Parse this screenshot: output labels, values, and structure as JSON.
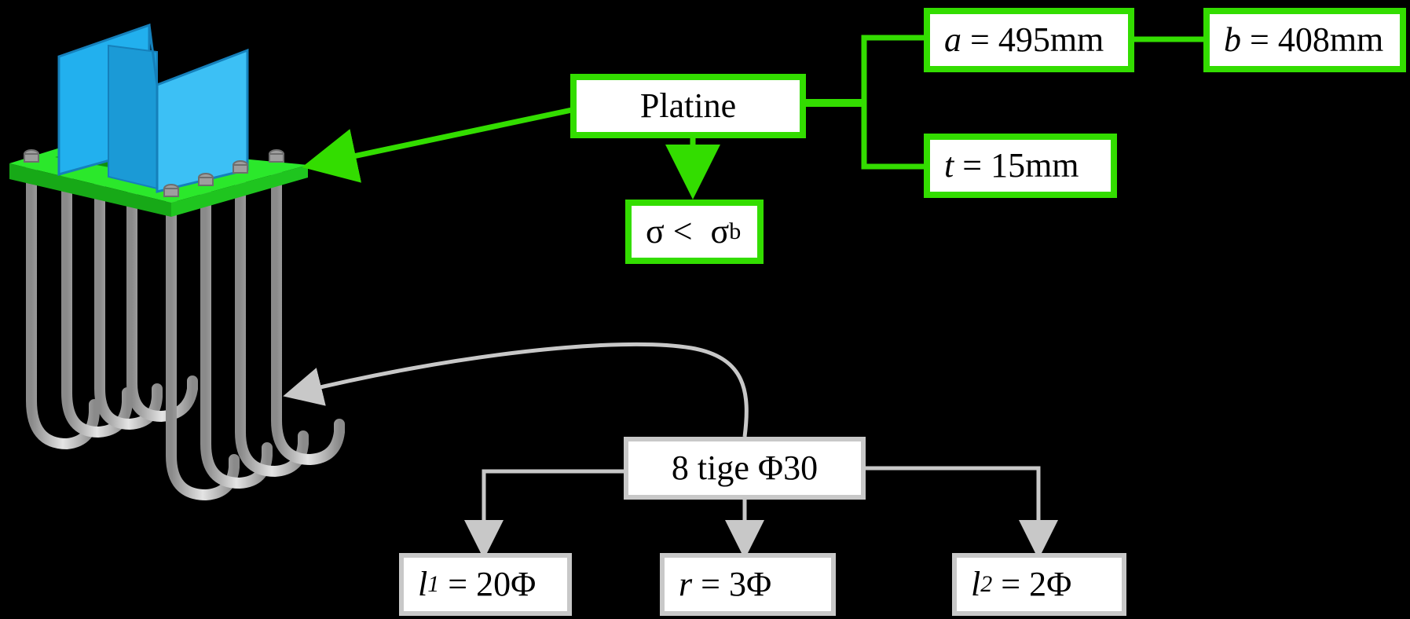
{
  "platine": {
    "label": "Platine",
    "a": {
      "var": "a",
      "eq": " = ",
      "value": "495mm"
    },
    "b": {
      "var": "b",
      "eq": " = ",
      "value": "408mm"
    },
    "t": {
      "var": "t",
      "eq": " = ",
      "value": "15mm"
    },
    "stress": {
      "left": "σ",
      "op": " < ",
      "right": "σ",
      "sub": "b"
    }
  },
  "tiges": {
    "label": "8 tige Φ30",
    "l1": {
      "var": "l",
      "sub": "1",
      "eq": " = ",
      "value": "20Φ"
    },
    "r": {
      "var": "r",
      "eq": " = ",
      "value": "3Φ"
    },
    "l2": {
      "var": "l",
      "sub": "2",
      "eq": " = ",
      "value": "2Φ"
    }
  },
  "colors": {
    "background": "#000000",
    "platine_link": "#33dd00",
    "tige_link": "#c8c8c8",
    "plate": "#22dd22",
    "column": "#1aa9e6",
    "bolt": "#bdbdbd"
  }
}
